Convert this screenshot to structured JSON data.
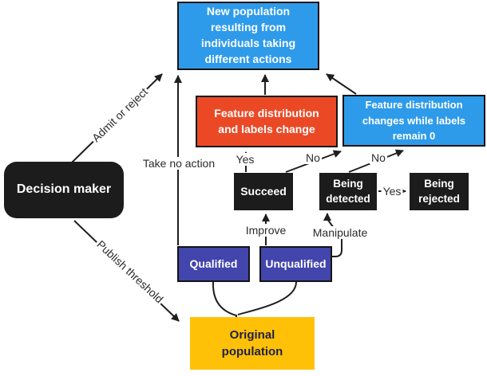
{
  "diagram": {
    "title": "Decision maker and population dynamics flow diagram",
    "colors": {
      "blue": "#2e9bea",
      "orange": "#eb4926",
      "purple": "#4245ac",
      "yellow": "#ffc107",
      "black_node": "#1c1c1c",
      "line": "#1f1f1f",
      "yellow_text": "#1f2041"
    },
    "nodes": {
      "new_population": {
        "label": "New population\nresulting from\nindividuals taking\ndifferent actions",
        "color": "#2e9bea"
      },
      "feature_change": {
        "label": "Feature distribution\nand labels change",
        "color": "#eb4926"
      },
      "feature_remain": {
        "label": "Feature distribution\nchanges while labels\nremain 0",
        "color": "#2e9bea"
      },
      "decision_maker": {
        "label": "Decision maker",
        "color": "#1c1c1c"
      },
      "succeed": {
        "label": "Succeed",
        "color": "#1c1c1c"
      },
      "being_detected": {
        "label": "Being\ndetected",
        "color": "#1c1c1c"
      },
      "being_rejected": {
        "label": "Being\nrejected",
        "color": "#1c1c1c"
      },
      "qualified": {
        "label": "Qualified",
        "color": "#4245ac"
      },
      "unqualified": {
        "label": "Unqualified",
        "color": "#4245ac"
      },
      "original_population": {
        "label": "Original\npopulation",
        "color": "#ffc107"
      }
    },
    "edge_labels": {
      "admit_or_reject": "Admit or reject",
      "take_no_action": "Take no action",
      "yes_succeed": "Yes",
      "no_succeed": "No",
      "no_detected": "No",
      "yes_rejected": "Yes",
      "improve": "Improve",
      "manipulate": "Manipulate",
      "publish_threshold": "Publish threshold"
    }
  }
}
